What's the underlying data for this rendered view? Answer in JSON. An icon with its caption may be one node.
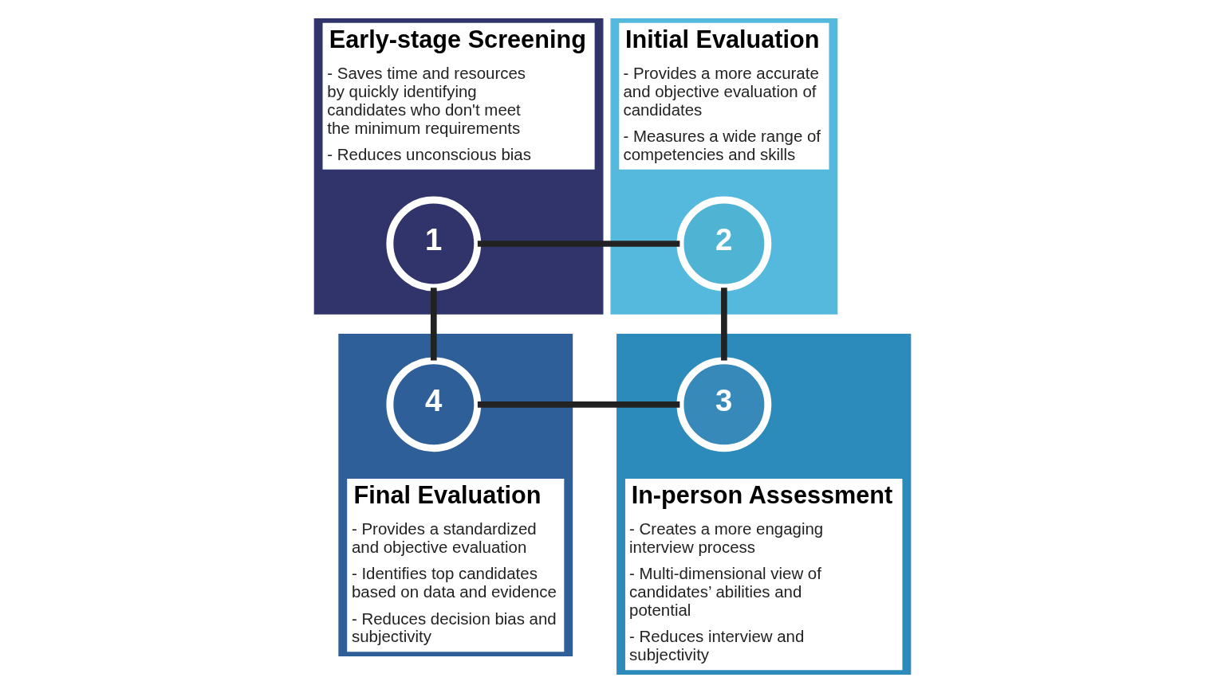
{
  "diagram": {
    "nodes": [
      {
        "text": [
          "Early-stage Screening",
          "- Saves time and resources by quickly identifying candidates who don't meet the minimum requirements",
          "- Reduces unconscious bias"
        ]
      },
      {
        "text": [
          "1"
        ],
        "in": 0
      },
      {
        "text": [
          "Initial Evaluation",
          "- Provides a more accurate and objective evaluation of candidates",
          "- Measures a wide range of competencies and skills"
        ]
      },
      {
        "text": [
          "2"
        ],
        "in": 2
      },
      {
        "text": [
          "In-person Assessment",
          "- Creates a more engaging interview process",
          "- Multi-dimensional view of candidates’ abilities and potential",
          "- Reduces interview and subjectivity"
        ]
      },
      {
        "text": [
          "3"
        ],
        "in": 4
      },
      {
        "text": [
          "Final Evaluation",
          "- Provides a standardized and objective evaluation",
          "- Identifies top candidates based on data and evidence",
          "- Reduces decision bias and subjectivity"
        ]
      },
      {
        "text": [
          "4"
        ],
        "in": 6
      }
    ],
    "edges": [
      {
        "from": 1,
        "to": 3,
        "arrow": "none"
      },
      {
        "from": 3,
        "to": 5,
        "arrow": "none"
      },
      {
        "from": 5,
        "to": 7,
        "arrow": "none"
      },
      {
        "from": 1,
        "to": 7,
        "arrow": "none"
      }
    ]
  }
}
